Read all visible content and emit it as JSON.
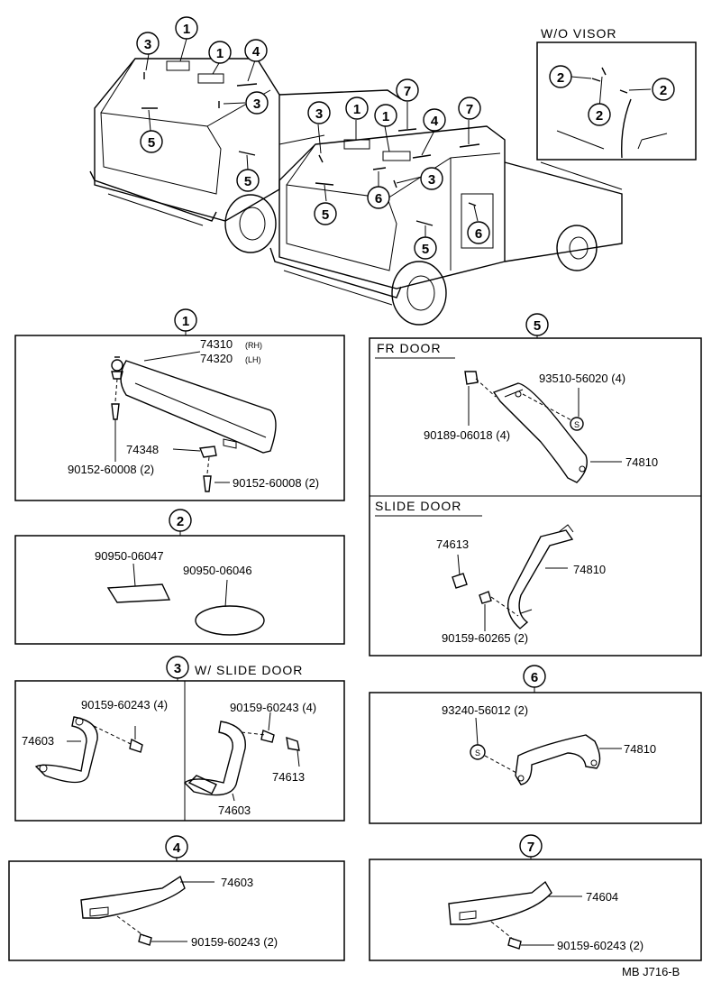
{
  "header": {
    "wo_visor": "W/O VISOR",
    "code": "MB  J716-B"
  },
  "callouts": [
    "1",
    "2",
    "3",
    "4",
    "5",
    "6",
    "7"
  ],
  "panel1": {
    "num": "1",
    "visor_rh": "74310",
    "rh": "(RH)",
    "visor_lh": "74320",
    "lh": "(LH)",
    "holder": "74348",
    "screw_a": "90152-60008 (2)",
    "screw_b": "90152-60008 (2)"
  },
  "panel2": {
    "num": "2",
    "part_a": "90950-06047",
    "part_b": "90950-06046"
  },
  "panel3": {
    "num": "3",
    "title": "W/ SLIDE  DOOR",
    "screw_left": "90159-60243 (4)",
    "grip_left": "74603",
    "screw_right": "90159-60243 (4)",
    "clip_right": "74613",
    "grip_right": "74603"
  },
  "panel4": {
    "num": "4",
    "grip": "74603",
    "screw": "90159-60243 (2)"
  },
  "panel5": {
    "num": "5",
    "fr_title": "FR  DOOR",
    "fr_cap": "93510-56020 (4)",
    "fr_screw": "90189-06018 (4)",
    "fr_grip": "74810",
    "slide_title": "SLIDE  DOOR",
    "slide_clip": "74613",
    "slide_grip": "74810",
    "slide_screw": "90159-60265 (2)"
  },
  "panel6": {
    "num": "6",
    "cap": "93240-56012 (2)",
    "grip": "74810"
  },
  "panel7": {
    "num": "7",
    "grip": "74604",
    "screw": "90159-60243 (2)"
  },
  "cap_symbol": "S"
}
